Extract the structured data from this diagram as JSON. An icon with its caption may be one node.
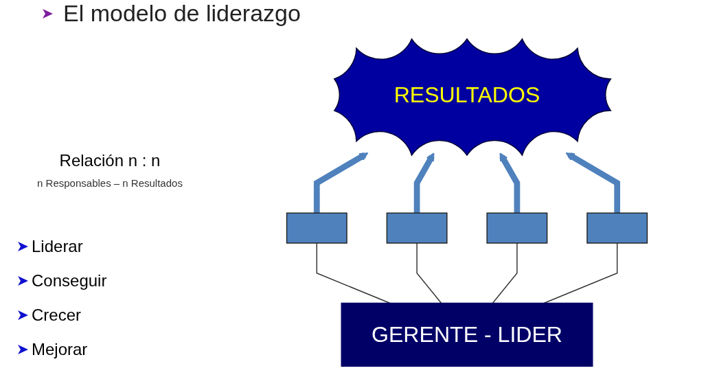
{
  "diagram": {
    "title": "El modelo de liderazgo",
    "nodes": [
      {
        "text": [
          "RESULTADOS"
        ]
      },
      {
        "text": [],
        "shape": "box"
      },
      {
        "text": [],
        "shape": "box"
      },
      {
        "text": [],
        "shape": "box"
      },
      {
        "text": [],
        "shape": "box"
      },
      {
        "text": [
          "GERENTE - LIDER"
        ]
      }
    ],
    "edges": [
      {
        "from": 1,
        "to": 0,
        "arrow": "to",
        "style": "thick",
        "color": "#4f81bd"
      },
      {
        "from": 2,
        "to": 0,
        "arrow": "to",
        "style": "thick",
        "color": "#4f81bd"
      },
      {
        "from": 3,
        "to": 0,
        "arrow": "to",
        "style": "thick",
        "color": "#4f81bd"
      },
      {
        "from": 4,
        "to": 0,
        "arrow": "to",
        "style": "thick",
        "color": "#4f81bd"
      },
      {
        "from": 5,
        "to": 1,
        "arrow": "none",
        "color": "#333333"
      },
      {
        "from": 5,
        "to": 2,
        "arrow": "none",
        "color": "#333333"
      },
      {
        "from": 5,
        "to": 3,
        "arrow": "none",
        "color": "#333333"
      },
      {
        "from": 5,
        "to": 4,
        "arrow": "none",
        "color": "#333333"
      }
    ],
    "labels": [
      "Relación n : n",
      "n Responsables – n Resultados",
      "Liderar",
      "Conseguir",
      "Crecer",
      "Mejorar"
    ]
  }
}
